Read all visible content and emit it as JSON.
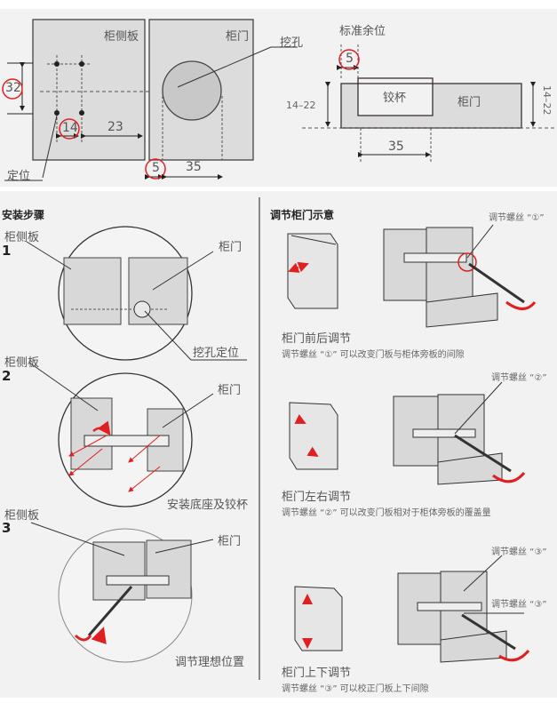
{
  "top_diagram": {
    "side_panel_label": "柜侧板",
    "door_label": "柜门",
    "hole_label": "挖孔",
    "position_label": "定位",
    "dim_32": "32",
    "dim_14": "14",
    "dim_23": "23",
    "dim_5_bottom": "5",
    "dim_35_bottom": "35"
  },
  "section_diagram": {
    "title": "标准余位",
    "dim_5": "5",
    "cup_label": "铰杯",
    "door_label": "柜门",
    "thickness_left": "14–22",
    "thickness_right": "14–22",
    "dim_35": "35"
  },
  "install_steps": {
    "heading": "安装步骤",
    "steps": [
      {
        "number": "1",
        "side_label": "柜侧板",
        "door_label": "柜门",
        "caption": "挖孔定位"
      },
      {
        "number": "2",
        "side_label": "柜侧板",
        "door_label": "柜门",
        "caption": "安装底座及铰杯"
      },
      {
        "number": "3",
        "side_label": "柜侧板",
        "door_label": "柜门",
        "caption": "调节理想位置"
      }
    ]
  },
  "adjust": {
    "heading": "调节柜门示意",
    "items": [
      {
        "screw_label": "调节螺丝 “①”",
        "title": "柜门前后调节",
        "desc": "调节螺丝 “①” 可以改变门板与柜体旁板的间隙"
      },
      {
        "screw_label": "调节螺丝 “②”",
        "title": "柜门左右调节",
        "desc": "调节螺丝 “②” 可以改变门板相对于柜体旁板的覆盖量"
      },
      {
        "screw_label": "调节螺丝 “③”",
        "screw_label_2": "调节螺丝 “③”",
        "title": "柜门上下调节",
        "desc": "调节螺丝 “③” 可以校正门板上下间隙"
      }
    ]
  },
  "colors": {
    "panel_fill": "#d9d9d9",
    "line": "#3a3030",
    "accent_red": "#e02020",
    "background": "#f2f2f2"
  }
}
